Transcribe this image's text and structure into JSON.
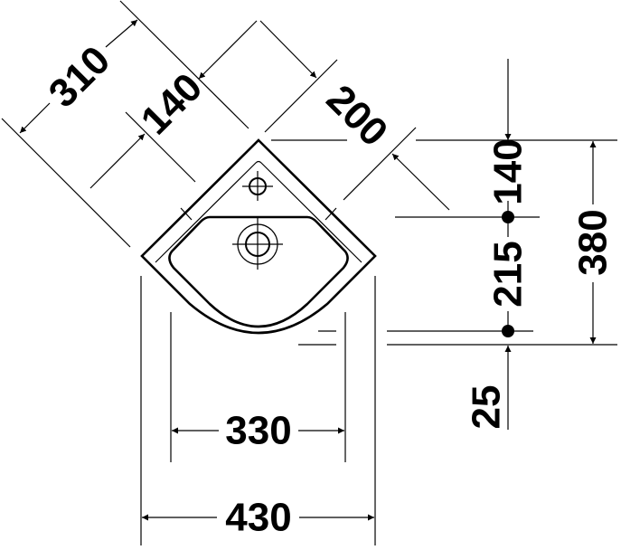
{
  "drawing": {
    "type": "technical-dimension-drawing",
    "subject": "corner washbasin, top view",
    "line_color": "#000000",
    "background": "#ffffff"
  },
  "dimensions": {
    "back_edge_length": {
      "value": "310",
      "orientation": "diagonal-left"
    },
    "tap_hole_offset": {
      "value": "140",
      "orientation": "diagonal-left"
    },
    "front_edge_width": {
      "value": "200",
      "orientation": "diagonal-right"
    },
    "tap_hole_depth": {
      "value": "140",
      "orientation": "vertical"
    },
    "waste_depth": {
      "value": "215",
      "orientation": "vertical"
    },
    "total_depth": {
      "value": "380",
      "orientation": "vertical"
    },
    "front_overhang": {
      "value": "25",
      "orientation": "vertical"
    },
    "bowl_width": {
      "value": "330",
      "orientation": "horizontal"
    },
    "overall_width": {
      "value": "430",
      "orientation": "horizontal"
    }
  }
}
